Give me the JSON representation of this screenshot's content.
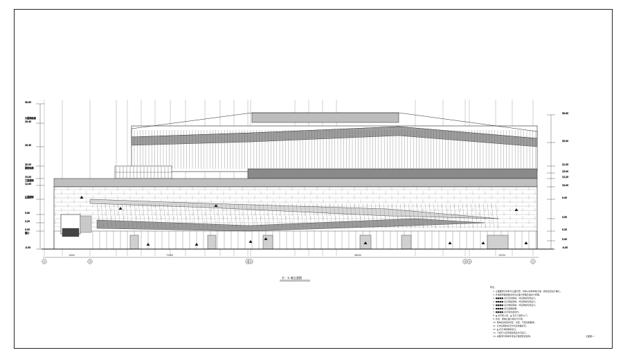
{
  "drawing": {
    "elevation_title": "㉑ - ① 轴立面图",
    "sheet_number": "立面图-1",
    "axis_labels_bottom": [
      "㉑",
      "⑲",
      "⑱",
      "⑮",
      "⑭",
      "⑬",
      "⑫",
      "①"
    ],
    "level_marks_left": [
      "36.60",
      "29.40",
      "26.40",
      "20.00",
      "15.00",
      "12.80",
      "9.40",
      "5.60",
      "4.20",
      "0.00",
      "-0.60"
    ],
    "level_marks_right": [
      "36.60",
      "25.00",
      "21.00",
      "15.00",
      "13.20",
      "10.00",
      "9.40",
      "4.50",
      "0.30",
      "0.00",
      "-0.60"
    ],
    "left_labels": [
      "大屋面标高",
      "屋面标高",
      "三层屋面",
      "二层屋面",
      "檐口"
    ],
    "dimension_bottom": [
      "8400",
      "72000",
      "96000",
      "19200"
    ],
    "notes_header": "附注：",
    "notes": [
      "1. 立面图所示材料为立面示意，具体以材料样板为准，颜色应经设计确认。",
      "2. 外墙装饰面层做法详见立面大样图及墙身大样图。",
      "3. ■■■■ 表示石材幕墙，详见幕墙专项设计。",
      "4. ■■■■ 表示铝板幕墙，详见幕墙专项设计。",
      "5. ■■■■ 表示玻璃幕墙，详见幕墙专项设计。",
      "6. ■■■■ 表示金属格栅。",
      "7. ■■■■ 表示铝合金百叶。",
      "8. ▲ 表示防火窗，▲ 表示乙级防火门。",
      "9. 外窗、幕墙立面分格仅为示意。",
      "10. 幕墙应满足抗风压、水密、气密性能要求。",
      "11. 凡未注明的标高均为完成面标高。",
      "12. ▲ 表示消防救援窗口。",
      "13. 门窗尺寸应现场复核后方可加工。",
      "14. 本图须与幕墙专项设计图纸配合使用。"
    ]
  }
}
